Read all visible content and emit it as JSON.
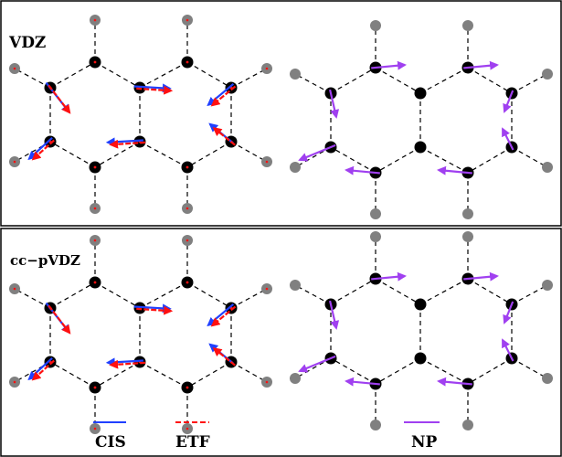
{
  "panels": [
    {
      "label": "VDZ"
    },
    {
      "label": "cc−pVDZ"
    }
  ],
  "legend": [
    {
      "name": "CIS",
      "color": "#2040ff",
      "style": "solid"
    },
    {
      "name": "ETF",
      "color": "#ff1010",
      "style": "dashed"
    },
    {
      "name": "NP",
      "color": "#a040f0",
      "style": "solid"
    }
  ],
  "colors": {
    "carbon_atom": "#000000",
    "hydrogen_atom": "#808080",
    "bond": "#000000",
    "frame": "#000000",
    "cis": "#2040ff",
    "etf": "#ff1010",
    "np": "#a040f0"
  }
}
